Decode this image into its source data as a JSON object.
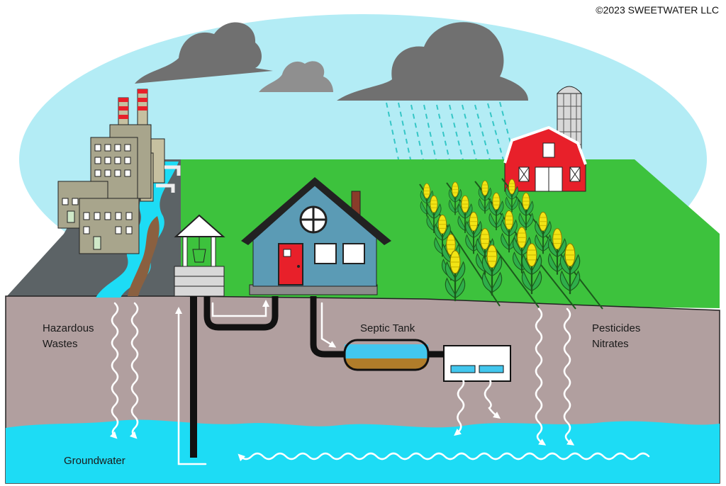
{
  "copyright": "©2023 SWEETWATER LLC",
  "labels": {
    "hazardous_line1": "Hazardous",
    "hazardous_line2": "Wastes",
    "septic": "Septic Tank",
    "pesticides": "Pesticides",
    "nitrates": "Nitrates",
    "groundwater": "Groundwater"
  },
  "colors": {
    "sky": "#b3ecf5",
    "cloud": "#707070",
    "grass": "#3dc23d",
    "soil": "#b19f9f",
    "groundwater": "#1ddcf5",
    "house": "#5b9bb5",
    "door": "#e8202a",
    "barn": "#e8202a",
    "factory": "#a8a58c",
    "corn": "#f2e415",
    "leaf": "#2fae4a",
    "septic_liquid": "#42c7ee",
    "septic_sludge": "#b07d2a",
    "polluted_stream": "#8a6040",
    "pipe": "#111111",
    "flow_arrow": "#ffffff"
  },
  "icons": [
    "cloud-icon",
    "rain-icon",
    "factory-icon",
    "well-icon",
    "house-icon",
    "barn-icon",
    "silo-icon",
    "corn-icon",
    "septic-tank-icon",
    "drain-field-icon",
    "flow-arrow-icon"
  ]
}
